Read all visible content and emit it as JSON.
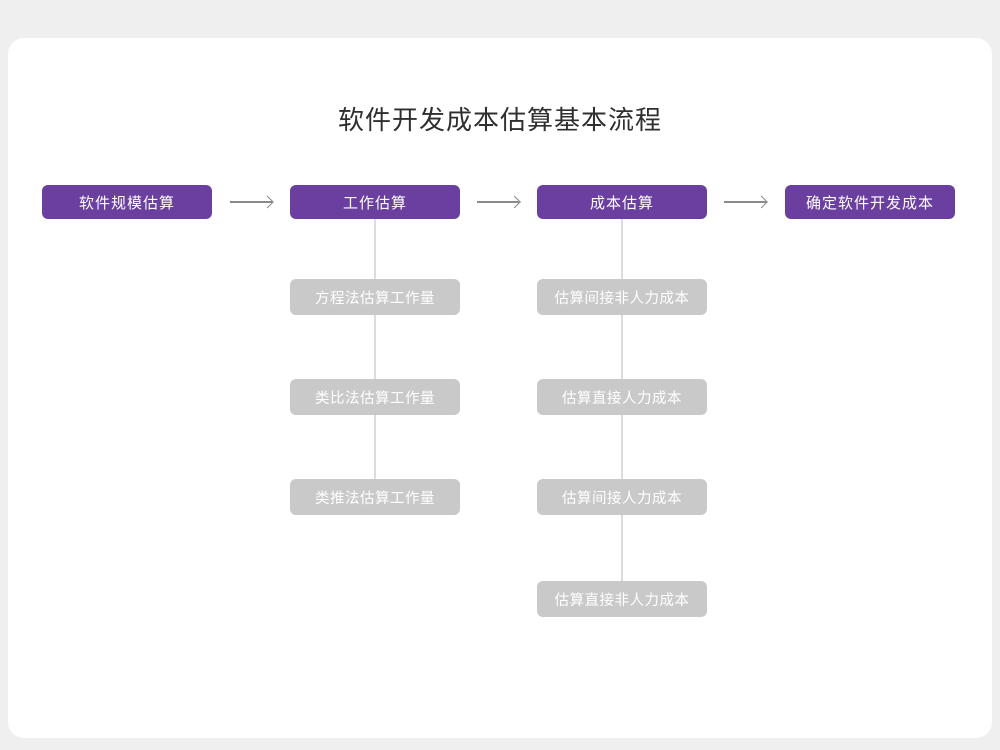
{
  "title": "软件开发成本估算基本流程",
  "flow": {
    "steps": [
      {
        "label": "软件规模估算"
      },
      {
        "label": "工作估算"
      },
      {
        "label": "成本估算"
      },
      {
        "label": "确定软件开发成本"
      }
    ],
    "work_substeps": [
      {
        "label": "方程法估算工作量"
      },
      {
        "label": "类比法估算工作量"
      },
      {
        "label": "类推法估算工作量"
      }
    ],
    "cost_substeps": [
      {
        "label": "估算间接非人力成本"
      },
      {
        "label": "估算直接人力成本"
      },
      {
        "label": "估算间接人力成本"
      },
      {
        "label": "估算直接非人力成本"
      }
    ]
  },
  "colors": {
    "primary": "#6a3fa0",
    "subbox": "#c9c9c9",
    "connector": "#dcdcdc",
    "arrow": "#8a8a8a",
    "canvas_bg": "#efeff0",
    "card_bg": "#ffffff"
  }
}
